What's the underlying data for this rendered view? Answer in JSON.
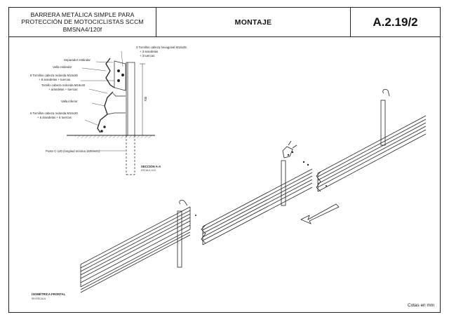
{
  "title_block": {
    "title_lines": [
      "BARRERA METÁLICA SIMPLE PARA",
      "PROTECCIÓN DE MOTOCICLISTAS SCCM",
      "BMSNA4/120f"
    ],
    "section": "MONTAJE",
    "sheet_code": "A.2.19/2"
  },
  "section_labels": {
    "top_bolts": [
      "3 Tornillos cabeza hexagonal M16x35",
      "+ 3 arandelas",
      "+ 3 tuercas"
    ],
    "separador": "Separador estándar",
    "valla_superior": "Valla estándar",
    "bolts_8": [
      "8 Tornillos cabeza redonda M16x30",
      "+ 8 arandelas + tuercas"
    ],
    "bolts_m16x40": [
      "Tornillo cabeza redonda M16x40",
      "+ arandelas + tuercas"
    ],
    "valla_inferior": "Valla inferior",
    "bolts_6": [
      "6 Tornillos cabeza redonda M16x30",
      "+ 6 arandelas + 6 tuercas"
    ],
    "height_dim": "700",
    "poste": "Poste C-120 (longitud mínima 1500mm.)",
    "section_title": "SECCIÓN A-A",
    "section_scale": "ESCALA 1/10"
  },
  "iso_label": {
    "title": "ISOMÉTRICA FRONTAL",
    "scale": "SIN ESCALA"
  },
  "units_note": "Cotas en mm"
}
